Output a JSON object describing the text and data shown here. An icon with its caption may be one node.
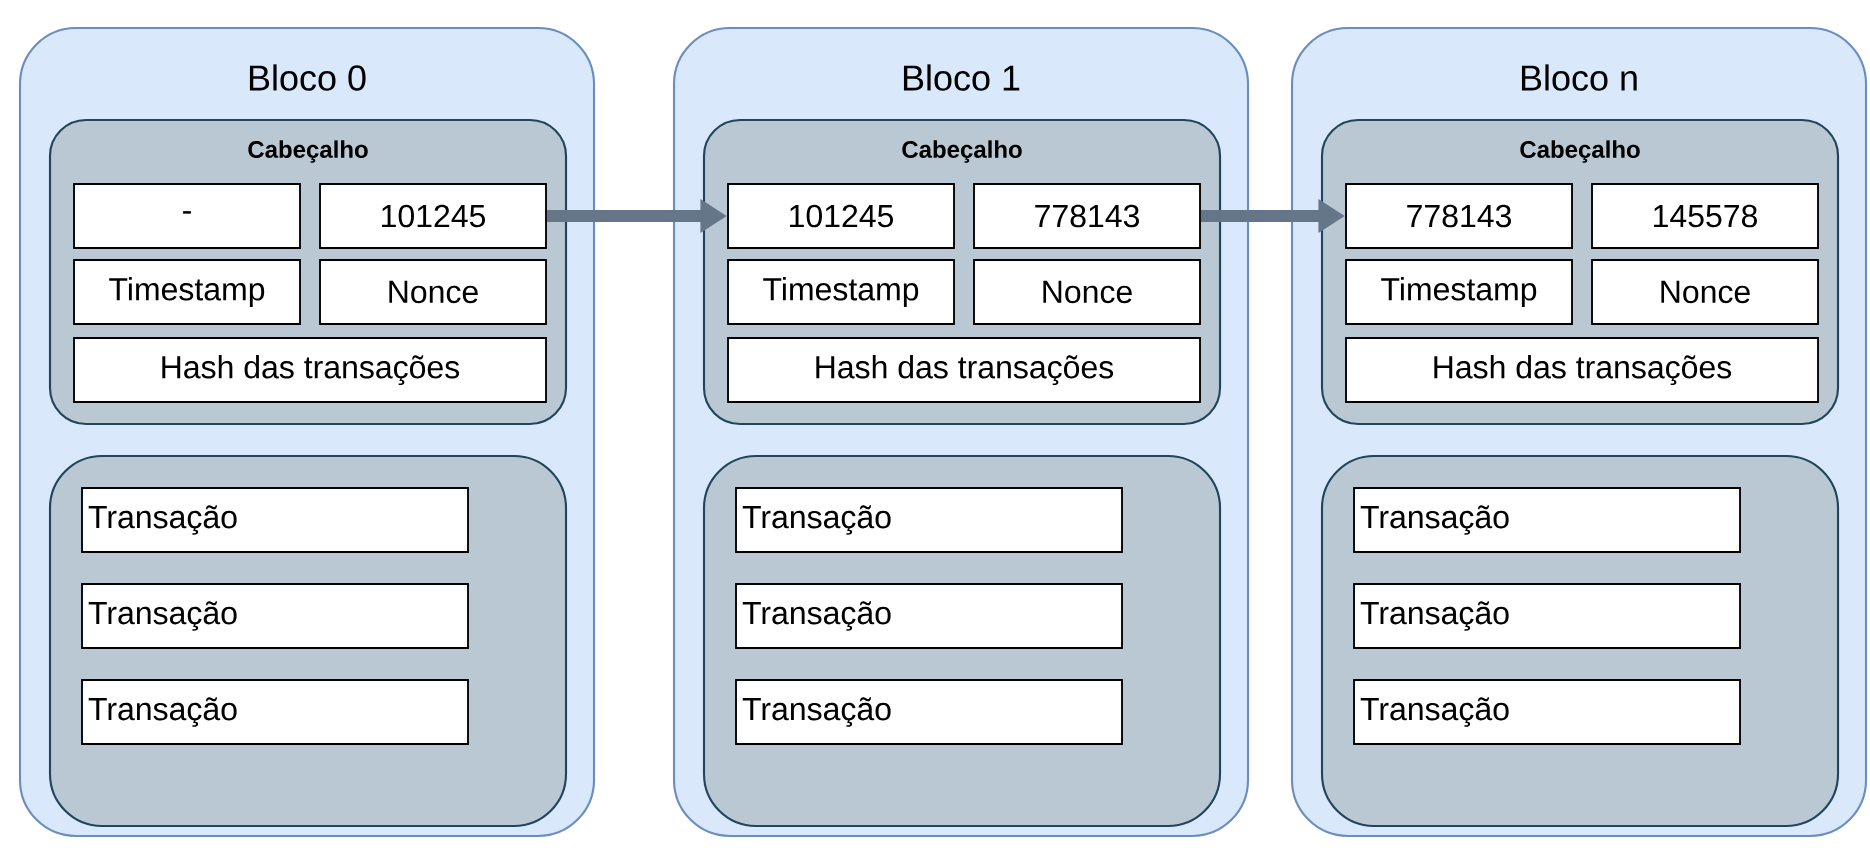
{
  "diagram": {
    "nodes": [
      {
        "text": [
          "Bloco 0"
        ]
      },
      {
        "text": [
          "Cabeçalho"
        ],
        "in": 0
      },
      {
        "text": [
          "-"
        ],
        "in": 1
      },
      {
        "text": [
          "101245"
        ],
        "in": 1
      },
      {
        "text": [
          "Timestamp"
        ],
        "in": 1
      },
      {
        "text": [
          "Nonce"
        ],
        "in": 1
      },
      {
        "text": [
          "Hash das transações"
        ],
        "in": 1
      },
      {
        "text": [],
        "shape": "box",
        "in": 0
      },
      {
        "text": [
          "Transação"
        ],
        "in": 7
      },
      {
        "text": [
          "Transação"
        ],
        "in": 7
      },
      {
        "text": [
          "Transação"
        ],
        "in": 7
      },
      {
        "text": [
          "Bloco 1"
        ]
      },
      {
        "text": [
          "Cabeçalho"
        ],
        "in": 11
      },
      {
        "text": [
          "101245"
        ],
        "in": 12
      },
      {
        "text": [
          "778143"
        ],
        "in": 12
      },
      {
        "text": [
          "Timestamp"
        ],
        "in": 12
      },
      {
        "text": [
          "Nonce"
        ],
        "in": 12
      },
      {
        "text": [
          "Hash das transações"
        ],
        "in": 12
      },
      {
        "text": [],
        "shape": "box",
        "in": 11
      },
      {
        "text": [
          "Transação"
        ],
        "in": 18
      },
      {
        "text": [
          "Transação"
        ],
        "in": 18
      },
      {
        "text": [
          "Transação"
        ],
        "in": 18
      },
      {
        "text": [
          "Bloco n"
        ]
      },
      {
        "text": [
          "Cabeçalho"
        ],
        "in": 22
      },
      {
        "text": [
          "778143"
        ],
        "in": 23
      },
      {
        "text": [
          "145578"
        ],
        "in": 23
      },
      {
        "text": [
          "Timestamp"
        ],
        "in": 23
      },
      {
        "text": [
          "Nonce"
        ],
        "in": 23
      },
      {
        "text": [
          "Hash das transações"
        ],
        "in": 23
      },
      {
        "text": [],
        "shape": "box",
        "in": 22
      },
      {
        "text": [
          "Transação"
        ],
        "in": 29
      },
      {
        "text": [
          "Transação"
        ],
        "in": 29
      },
      {
        "text": [
          "Transação"
        ],
        "in": 29
      }
    ],
    "edges": [
      {
        "from": 3,
        "to": 13,
        "arrow": "to"
      },
      {
        "from": 14,
        "to": 24,
        "arrow": "to"
      }
    ]
  }
}
